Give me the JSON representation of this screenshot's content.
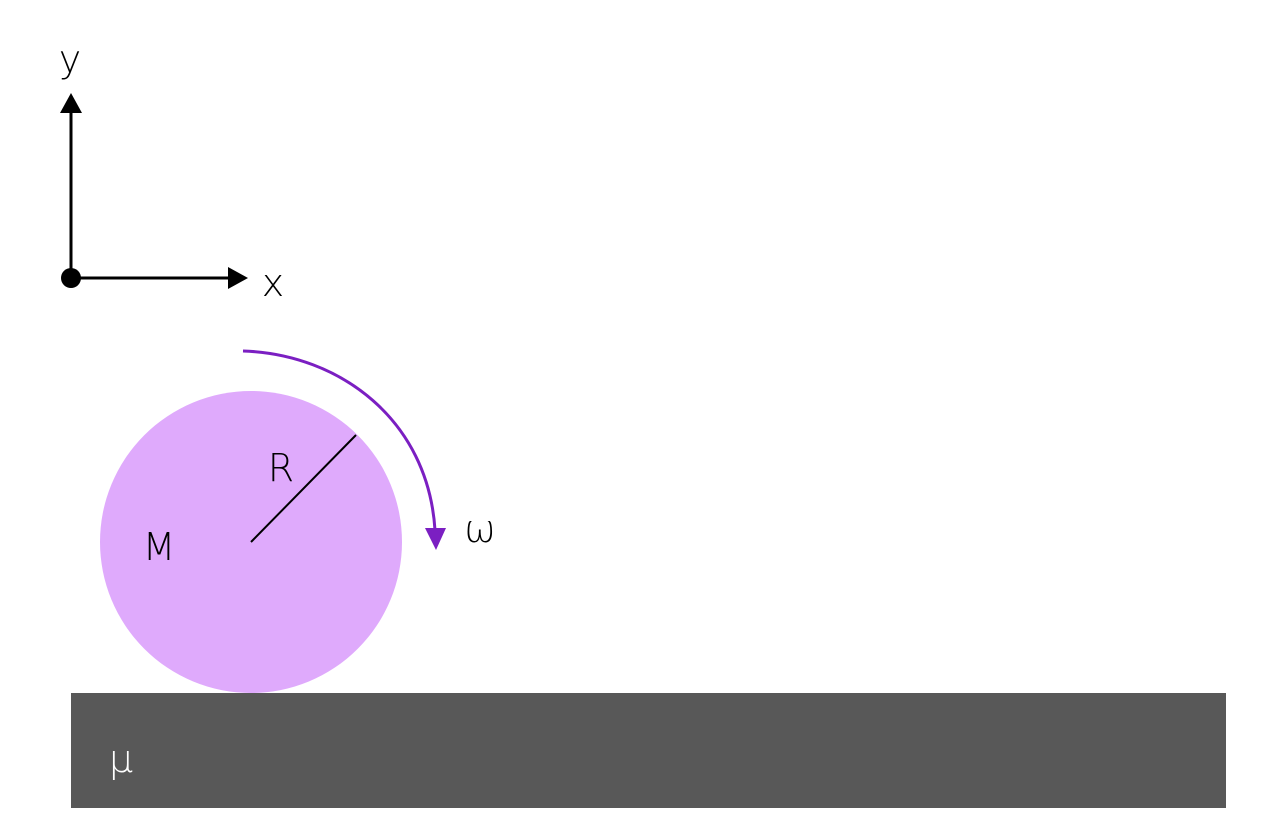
{
  "axes": {
    "y_label": "y",
    "x_label": "x"
  },
  "disk": {
    "mass_label": "M",
    "radius_label": "R"
  },
  "rotation": {
    "label": "ω"
  },
  "ground": {
    "label": "μ"
  },
  "colors": {
    "background": "#ffffff",
    "ink": "#000000",
    "disk_fill": "#dfaafc",
    "arrow": "#7b1fc2",
    "ground_fill": "#585858",
    "ground_text": "#ffffff"
  }
}
